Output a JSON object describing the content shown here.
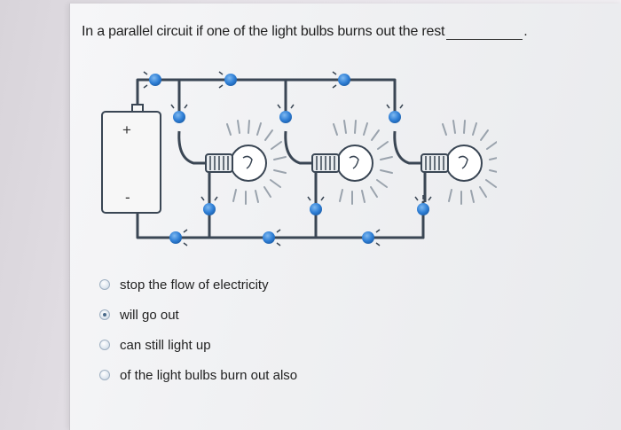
{
  "question": {
    "text": "In a parallel circuit if one of the light bulbs burns out the rest",
    "end_punct": "."
  },
  "battery": {
    "plus_label": "+",
    "minus_label": "-"
  },
  "options": [
    {
      "label": "stop the flow of electricity",
      "selected": false
    },
    {
      "label": "will go out",
      "selected": true
    },
    {
      "label": "can still light up",
      "selected": false
    },
    {
      "label": "of the light bulbs burn out also",
      "selected": false
    }
  ],
  "colors": {
    "wire": "#3a4654",
    "connector": "#2f7fd6",
    "bulb_ray": "#9aa3ad"
  }
}
